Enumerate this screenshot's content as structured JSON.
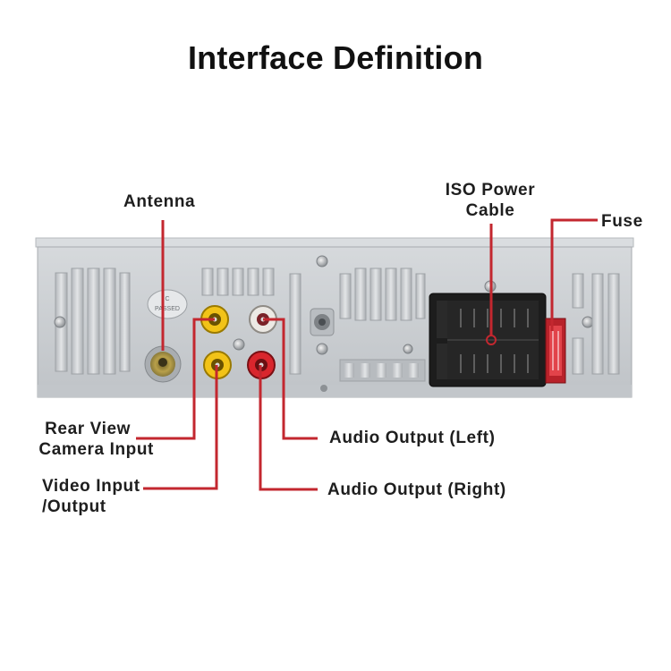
{
  "title": "Interface Definition",
  "labels": {
    "antenna": "Antenna",
    "iso_power_line1": "ISO Power",
    "iso_power_line2": "Cable",
    "fuse": "Fuse",
    "rear_view_line1": "Rear View",
    "rear_view_line2": "Camera Input",
    "video_line1": "Video Input",
    "video_line2": "/Output",
    "audio_left": "Audio Output (Left)",
    "audio_right": "Audio Output (Right)"
  },
  "unit_markings": {
    "badge_line1": "C",
    "badge_line2": "PASSED"
  },
  "colors": {
    "leader_line": "#c3272f",
    "panel": "#c9cdd0",
    "connector_yellow": "#e8b300",
    "connector_white": "#ece9e4",
    "connector_red": "#cf1f26",
    "iso_connector": "#1d1d1d",
    "fuse_red": "#c31f27"
  }
}
